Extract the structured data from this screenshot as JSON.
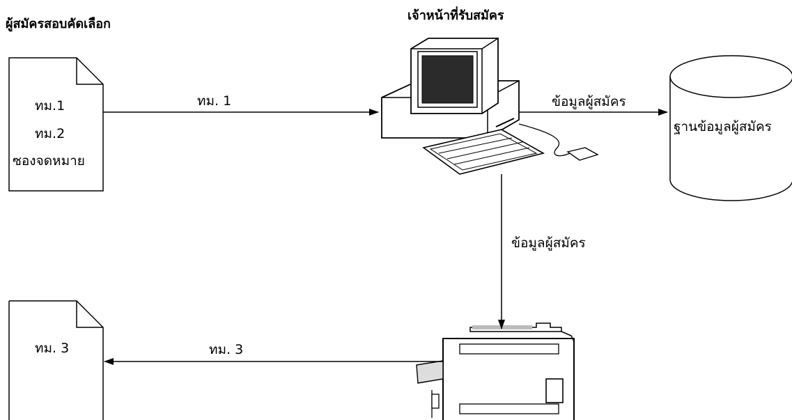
{
  "actors": {
    "applicant_label": "ผู้สมัครสอบคัดเลือก",
    "staff_label": "เจ้าหน้าที่รับสมัคร"
  },
  "input_document": {
    "lines": [
      "ทม.1",
      "ทม.2",
      "ซองจดหมาย"
    ]
  },
  "output_document": {
    "label": "ทม. 3"
  },
  "database": {
    "label": "ฐานข้อมูลผู้สมัคร"
  },
  "flows": {
    "doc_to_computer": "ทม. 1",
    "computer_to_database": "ข้อมูลผู้สมัคร",
    "computer_to_printer": "ข้อมูลผู้สมัคร",
    "printer_to_doc": "ทม. 3"
  },
  "icons": {
    "computer": "computer-icon",
    "printer": "printer-icon",
    "document": "document-icon",
    "database": "database-icon"
  }
}
